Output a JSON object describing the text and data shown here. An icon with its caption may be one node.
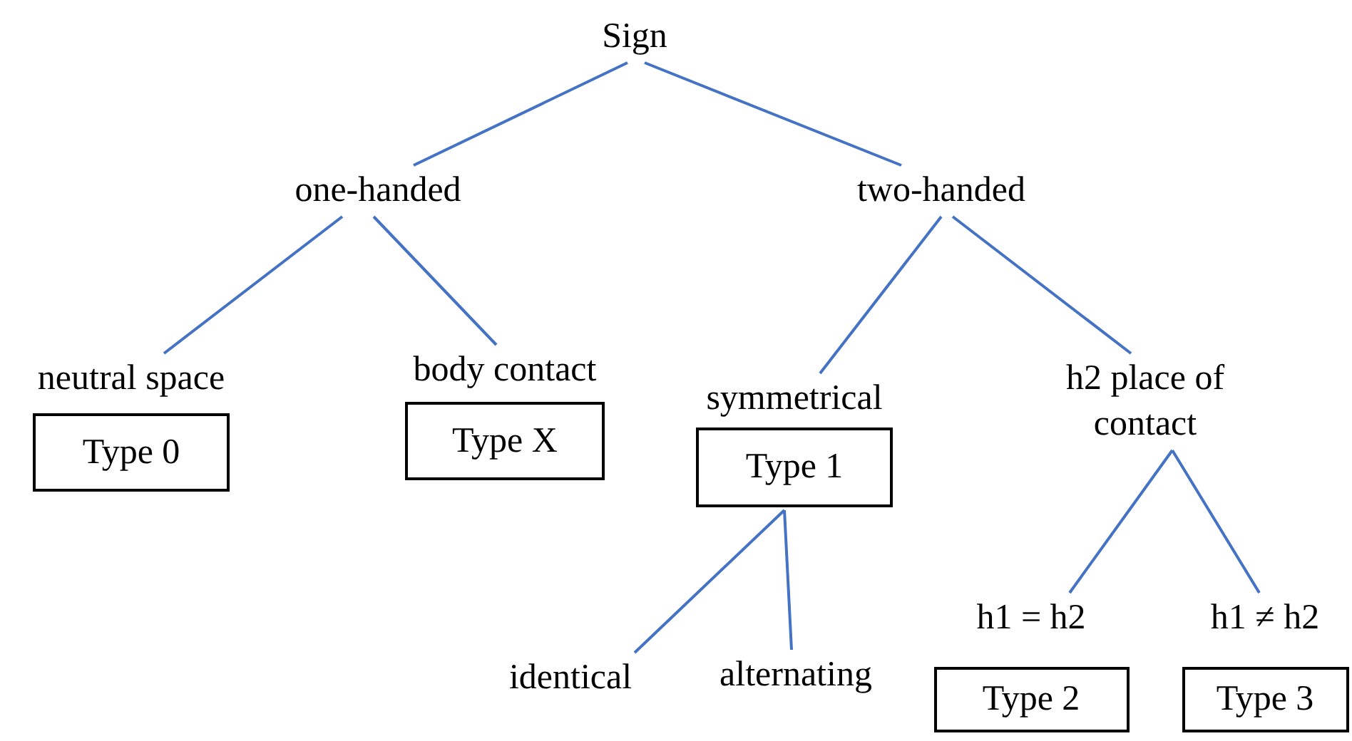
{
  "diagram": {
    "nodes": [
      {
        "text": [
          "Sign"
        ]
      },
      {
        "text": [
          "one-handed"
        ]
      },
      {
        "text": [
          "two-handed"
        ]
      },
      {
        "text": [
          "neutral space",
          "Type 0"
        ]
      },
      {
        "text": [
          "body contact",
          "Type X"
        ]
      },
      {
        "text": [
          "symmetrical",
          "Type 1"
        ]
      },
      {
        "text": [
          "h2 place of contact"
        ]
      },
      {
        "text": [
          "identical"
        ]
      },
      {
        "text": [
          "alternating"
        ]
      },
      {
        "text": [
          "h1 = h2",
          "Type 2"
        ]
      },
      {
        "text": [
          "h1 ≠ h2",
          "Type 3"
        ]
      }
    ],
    "edges": [
      {
        "from": 0,
        "to": 1,
        "arrow": "none"
      },
      {
        "from": 0,
        "to": 2,
        "arrow": "none"
      },
      {
        "from": 1,
        "to": 3,
        "arrow": "none"
      },
      {
        "from": 1,
        "to": 4,
        "arrow": "none"
      },
      {
        "from": 2,
        "to": 5,
        "arrow": "none"
      },
      {
        "from": 2,
        "to": 6,
        "arrow": "none"
      },
      {
        "from": 5,
        "to": 7,
        "arrow": "none"
      },
      {
        "from": 5,
        "to": 8,
        "arrow": "none"
      },
      {
        "from": 6,
        "to": 9,
        "arrow": "none"
      },
      {
        "from": 6,
        "to": 10,
        "arrow": "none"
      }
    ]
  }
}
